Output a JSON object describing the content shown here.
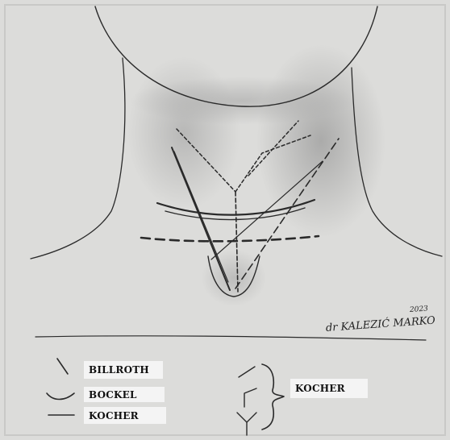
{
  "legend": {
    "billroth": "BILLROTH",
    "bockel": "BOCKEL",
    "kocher": "KOCHER",
    "kocher_group": "KOCHER"
  },
  "signature": {
    "year": "2023",
    "name": "dr KALEZIĆ MARKO"
  },
  "colors": {
    "paper": "#dcdcda",
    "pencil": "#2a2a2a",
    "label_background": "#f4f4f4"
  }
}
